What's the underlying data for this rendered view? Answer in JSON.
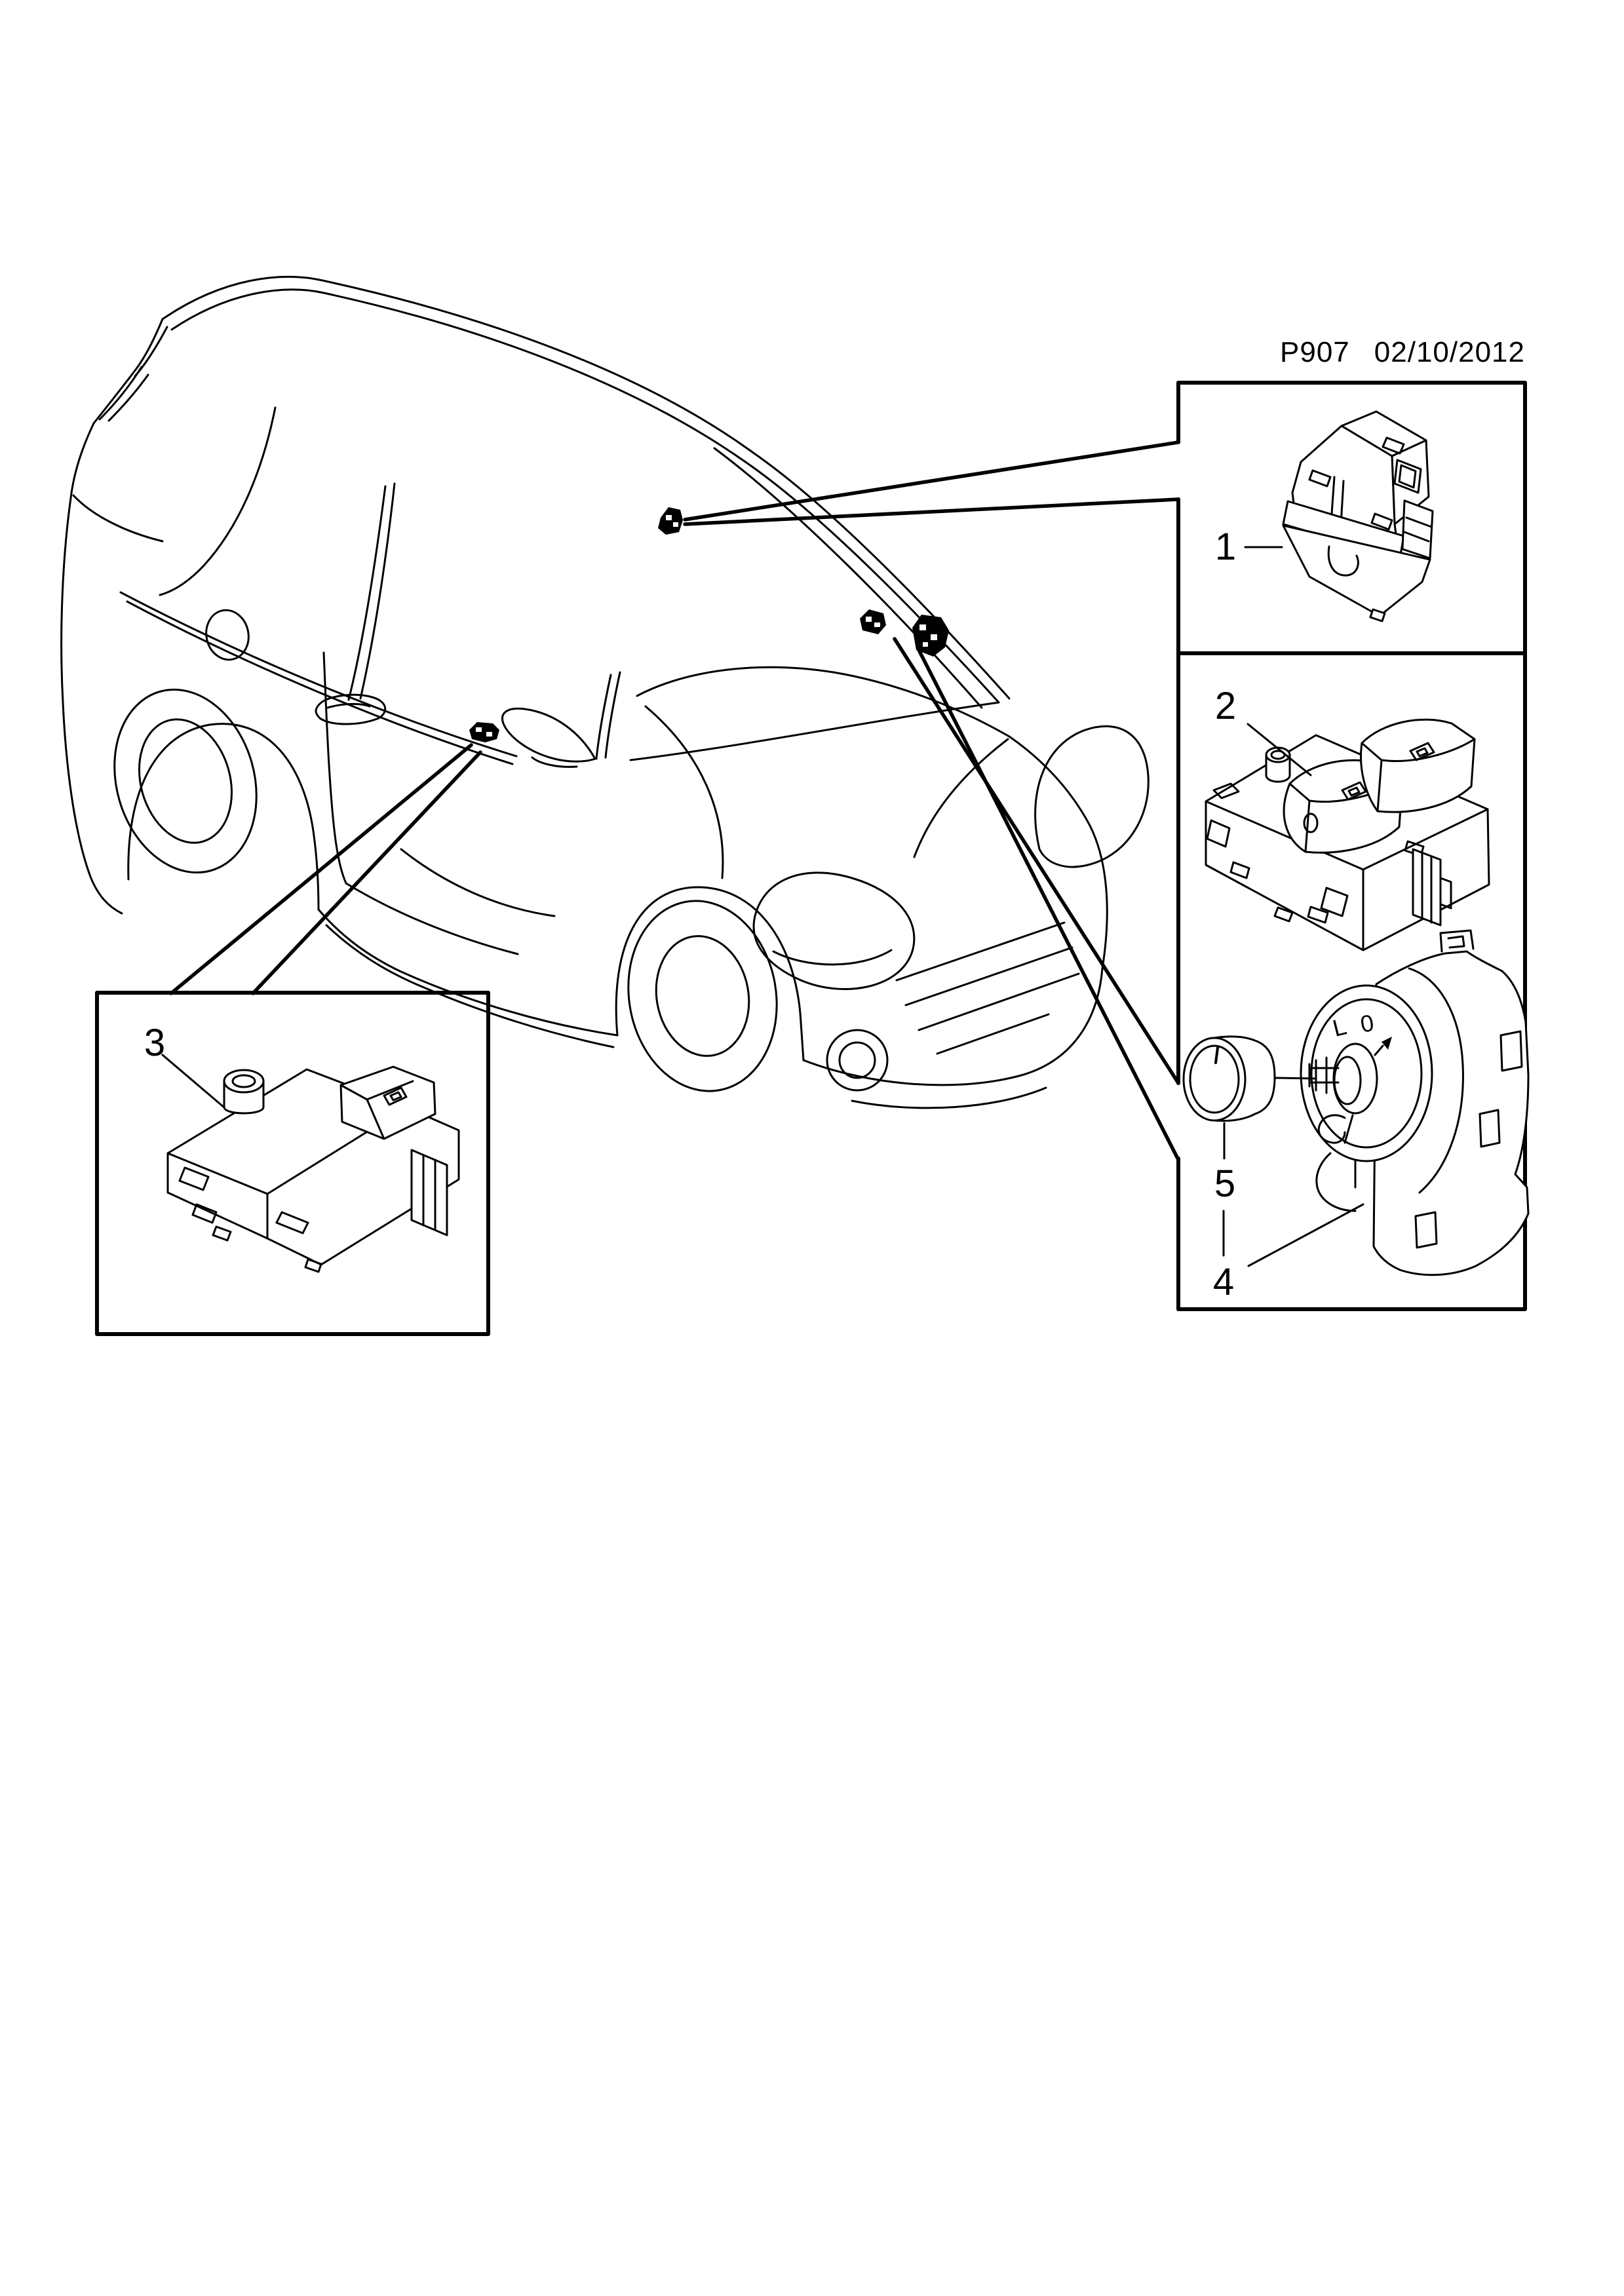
{
  "page": {
    "background_color": "#ffffff",
    "line_color": "#000000",
    "kind": "vehicle parts catalog diagram"
  },
  "header": {
    "drawing_code": "P907",
    "date": "02/10/2012"
  },
  "parts": {
    "window_switch_single": {
      "label": "1"
    },
    "window_switch_double": {
      "label": "2"
    },
    "window_switch_driver": {
      "label": "3"
    },
    "mirror_adjuster_switch": {
      "label": "4",
      "face_markings": [
        "L",
        "0"
      ]
    },
    "mirror_adjuster_knob": {
      "label": "5"
    }
  },
  "icons": {
    "roof_connector": "connector-clip-icon",
    "windshield_connector_left": "connector-clip-icon",
    "windshield_connector_right": "connector-clip-icon",
    "mirror_connector": "connector-clip-icon",
    "car": "opel-adam-three-quarter-front-left-line-art"
  }
}
